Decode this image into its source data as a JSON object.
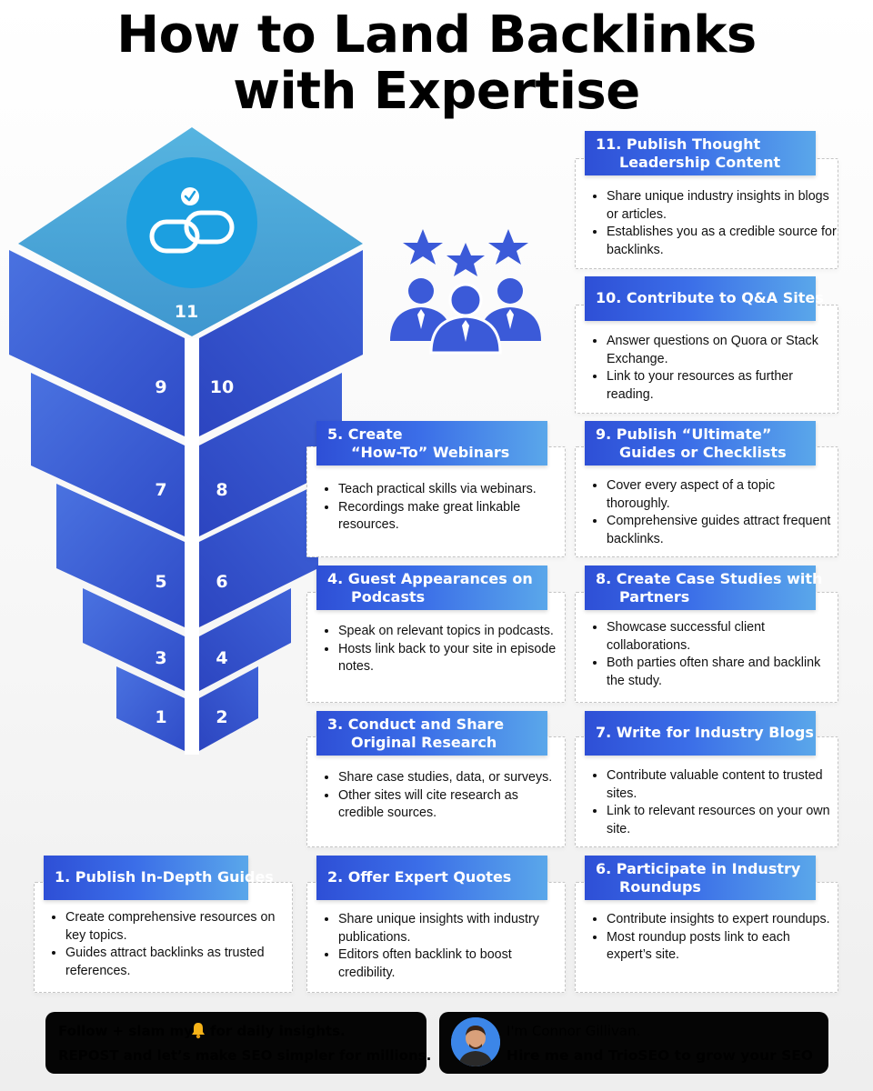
{
  "title": {
    "line1": "How to Land Backlinks",
    "line2": "with Expertise"
  },
  "pyramid": {
    "labels": [
      "11",
      "9",
      "10",
      "7",
      "8",
      "5",
      "6",
      "3",
      "4",
      "1",
      "2"
    ]
  },
  "colors": {
    "top_face": "#4aa6d6",
    "side_light": "#3e63da",
    "side_dark": "#2f49c8",
    "header_start": "#2e4fd6",
    "header_end": "#5aa7ea"
  },
  "icons": [
    "link-icon",
    "checkmark-icon",
    "team-stars-icon"
  ],
  "steps": [
    {
      "title1": "1. Publish In-Depth Guides",
      "title2": "",
      "bullets": [
        "Create comprehensive resources on key topics.",
        "Guides attract backlinks as trusted references."
      ]
    },
    {
      "title1": "2. Offer Expert Quotes",
      "title2": "",
      "bullets": [
        "Share unique insights with industry publications.",
        "Editors often backlink to boost credibility."
      ]
    },
    {
      "title1": "3. Conduct and Share",
      "title2": "Original Research",
      "bullets": [
        "Share case studies, data, or surveys.",
        "Other sites will cite research as credible sources."
      ]
    },
    {
      "title1": "4. Guest Appearances on",
      "title2": "Podcasts",
      "bullets": [
        "Speak on relevant topics in podcasts.",
        "Hosts link back to your site in episode notes."
      ]
    },
    {
      "title1": "5. Create",
      "title2": "“How-To” Webinars",
      "bullets": [
        "Teach practical skills via webinars.",
        "Recordings make great linkable resources."
      ]
    },
    {
      "title1": "6. Participate in Industry",
      "title2": "Roundups",
      "bullets": [
        "Contribute insights to expert roundups.",
        "Most roundup posts link to each expert’s site."
      ]
    },
    {
      "title1": "7. Write for Industry Blogs",
      "title2": "",
      "bullets": [
        "Contribute valuable content to trusted sites.",
        "Link to relevant resources on your own site."
      ]
    },
    {
      "title1": "8. Create Case Studies with",
      "title2": "Partners",
      "bullets": [
        "Showcase successful client collaborations.",
        "Both parties often share and backlink the study."
      ]
    },
    {
      "title1": "9. Publish “Ultimate”",
      "title2": "Guides or Checklists",
      "bullets": [
        "Cover every aspect of a topic thoroughly.",
        "Comprehensive guides attract frequent backlinks."
      ]
    },
    {
      "title1": "10. Contribute to Q&A Sites",
      "title2": "",
      "bullets": [
        "Answer questions on Quora or Stack Exchange.",
        "Link to your resources as further reading."
      ]
    },
    {
      "title1": "11. Publish Thought",
      "title2": "Leadership Content",
      "bullets": [
        "Share unique industry insights in blogs or articles.",
        "Establishes you as a credible source for backlinks."
      ]
    }
  ],
  "footer": {
    "left_line1_a": "Follow + slam my",
    "bell_icon": "bell-icon",
    "left_line1_b": "for daily insights.",
    "left_line2": "REPOST and let’s make SEO simpler for millions.",
    "name": "I'm Connor Gillivan.",
    "cta": "Hire me and TrioSEO to grow your SEO"
  }
}
